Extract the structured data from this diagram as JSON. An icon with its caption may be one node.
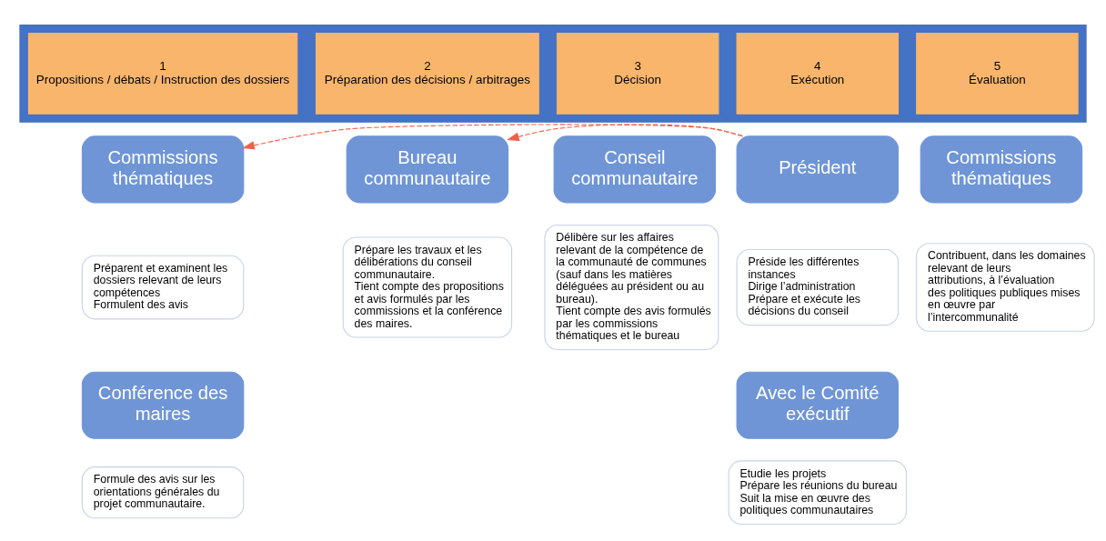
{
  "diagram": {
    "nodes": [
      {
        "text": [],
        "shape": "arrow"
      },
      {
        "text": [
          "1",
          "Propositions / débats / Instruction des dossiers"
        ],
        "in": 0
      },
      {
        "text": [
          "2",
          "Préparation des décisions / arbitrages"
        ],
        "in": 0
      },
      {
        "text": [
          "3",
          "Décision"
        ],
        "in": 0
      },
      {
        "text": [
          "4",
          "Exécution"
        ],
        "in": 0
      },
      {
        "text": [
          "5",
          "Évaluation"
        ],
        "in": 0
      },
      {
        "text": [
          "Commissions thématiques"
        ]
      },
      {
        "text": [
          "Préparent et examinent les dossiers relevant de leurs compétences",
          "Formulent des avis"
        ]
      },
      {
        "text": [
          "Bureau communautaire"
        ]
      },
      {
        "text": [
          "Prépare les travaux et les délibérations du conseil communautaire.",
          "Tient compte des propositions et avis formulés par les commissions et la conférence des maires."
        ]
      },
      {
        "text": [
          "Conseil communautaire"
        ]
      },
      {
        "text": [
          "Délibère sur les affaires relevant de la compétence de la communauté de communes (sauf dans les matières déléguées au président ou au bureau).",
          "Tient compte des avis formulés par les commissions thématiques et le bureau"
        ]
      },
      {
        "text": [
          "Président"
        ]
      },
      {
        "text": [
          "Préside les différentes instances",
          "Dirige l’administration",
          "Prépare et exécute les décisions du conseil"
        ]
      },
      {
        "text": [
          "Commissions thématiques"
        ]
      },
      {
        "text": [
          "Contribuent, dans les domaines relevant de leurs attributions, à l’évaluation des politiques publiques mises en œuvre par l’intercommunalité"
        ]
      },
      {
        "text": [
          "Conférence des maires"
        ]
      },
      {
        "text": [
          "Formule des avis sur les orientations générales du projet communautaire."
        ]
      },
      {
        "text": [
          "Avec le Comité exécutif"
        ]
      },
      {
        "text": [
          "Etudie les projets",
          "Prépare les réunions du bureau",
          "Suit la mise en œuvre des politiques communautaires"
        ]
      }
    ],
    "edges": [
      {
        "from": 12,
        "to": 6,
        "arrow": "to",
        "style": "dashed",
        "color": "#f0604a"
      },
      {
        "from": 12,
        "to": 8,
        "arrow": "to",
        "style": "dashed",
        "color": "#f0604a"
      }
    ]
  }
}
